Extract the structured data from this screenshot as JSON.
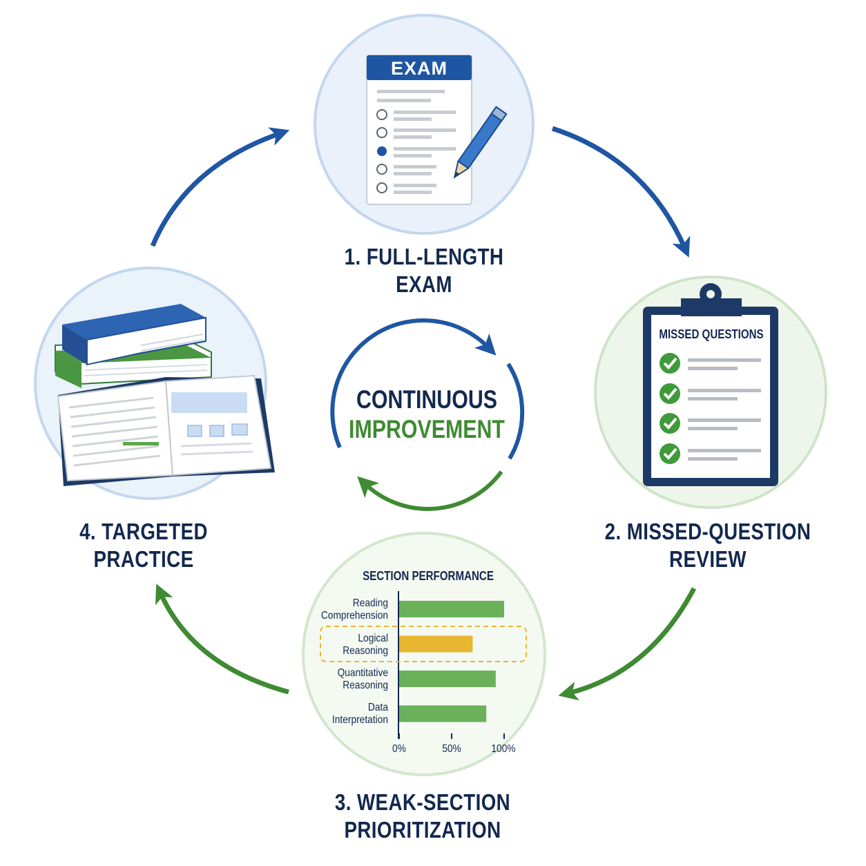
{
  "center": {
    "line1": "CONTINUOUS",
    "line2": "IMPROVEMENT"
  },
  "steps": [
    {
      "line1": "1. FULL-LENGTH",
      "line2": "EXAM"
    },
    {
      "line1": "2. MISSED-QUESTION",
      "line2": "REVIEW"
    },
    {
      "line1": "3. WEAK-SECTION",
      "line2": "PRIORITIZATION"
    },
    {
      "line1": "4. TARGETED",
      "line2": "PRACTICE"
    }
  ],
  "exam_card": {
    "header": "EXAM"
  },
  "clipboard": {
    "title": "MISSED QUESTIONS"
  },
  "colors": {
    "navy": "#12284f",
    "blue": "#1f56a3",
    "green": "#3f8a33",
    "bar_green": "#6ab15a",
    "bar_highlight": "#e8b630"
  },
  "chart_data": {
    "type": "bar",
    "orientation": "horizontal",
    "title": "SECTION PERFORMANCE",
    "categories": [
      [
        "Reading",
        "Comprehension"
      ],
      [
        "Logical",
        "Reasoning"
      ],
      [
        "Quantitative",
        "Reasoning"
      ],
      [
        "Data",
        "Interpretation"
      ]
    ],
    "values": [
      100,
      70,
      92,
      83
    ],
    "highlighted": [
      false,
      true,
      false,
      false
    ],
    "xticks": [
      "0%",
      "50%",
      "100%"
    ],
    "xlim": [
      0,
      100
    ]
  }
}
